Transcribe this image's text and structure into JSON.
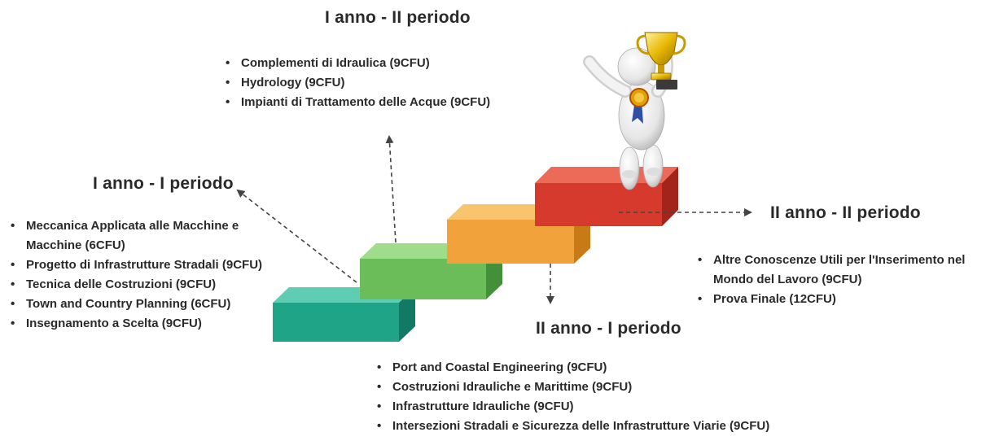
{
  "periods": {
    "y1p1": {
      "title": "I anno - I periodo",
      "items": [
        "Meccanica Applicata alle Macchine e Macchine (6CFU)",
        "Progetto di Infrastrutture Stradali (9CFU)",
        "Tecnica delle Costruzioni (9CFU)",
        "Town and Country Planning (6CFU)",
        "Insegnamento a Scelta (9CFU)"
      ]
    },
    "y1p2": {
      "title": "I anno - II periodo",
      "items": [
        "Complementi di Idraulica (9CFU)",
        "Hydrology (9CFU)",
        "Impianti di Trattamento delle Acque (9CFU)"
      ]
    },
    "y2p1": {
      "title": "II anno - I periodo",
      "items": [
        "Port and Coastal Engineering (9CFU)",
        "Costruzioni Idrauliche e Marittime (9CFU)",
        "Infrastrutture Idrauliche (9CFU)",
        "Intersezioni Stradali e Sicurezza delle Infrastrutture Viarie (9CFU)"
      ]
    },
    "y2p2": {
      "title": "II anno - II periodo",
      "items": [
        "Altre Conoscenze Utili per l'Inserimento nel Mondo del Lavoro (9CFU)",
        "Prova Finale (12CFU)"
      ]
    }
  },
  "colors": {
    "step1": "#1fa488",
    "step2": "#6abd59",
    "step3": "#f2a23a",
    "step4": "#d63a2c",
    "arrow": "#444444"
  },
  "icons": {
    "figure": "trophy-winner-figure",
    "medal": "medal-icon",
    "trophy": "trophy-icon"
  }
}
